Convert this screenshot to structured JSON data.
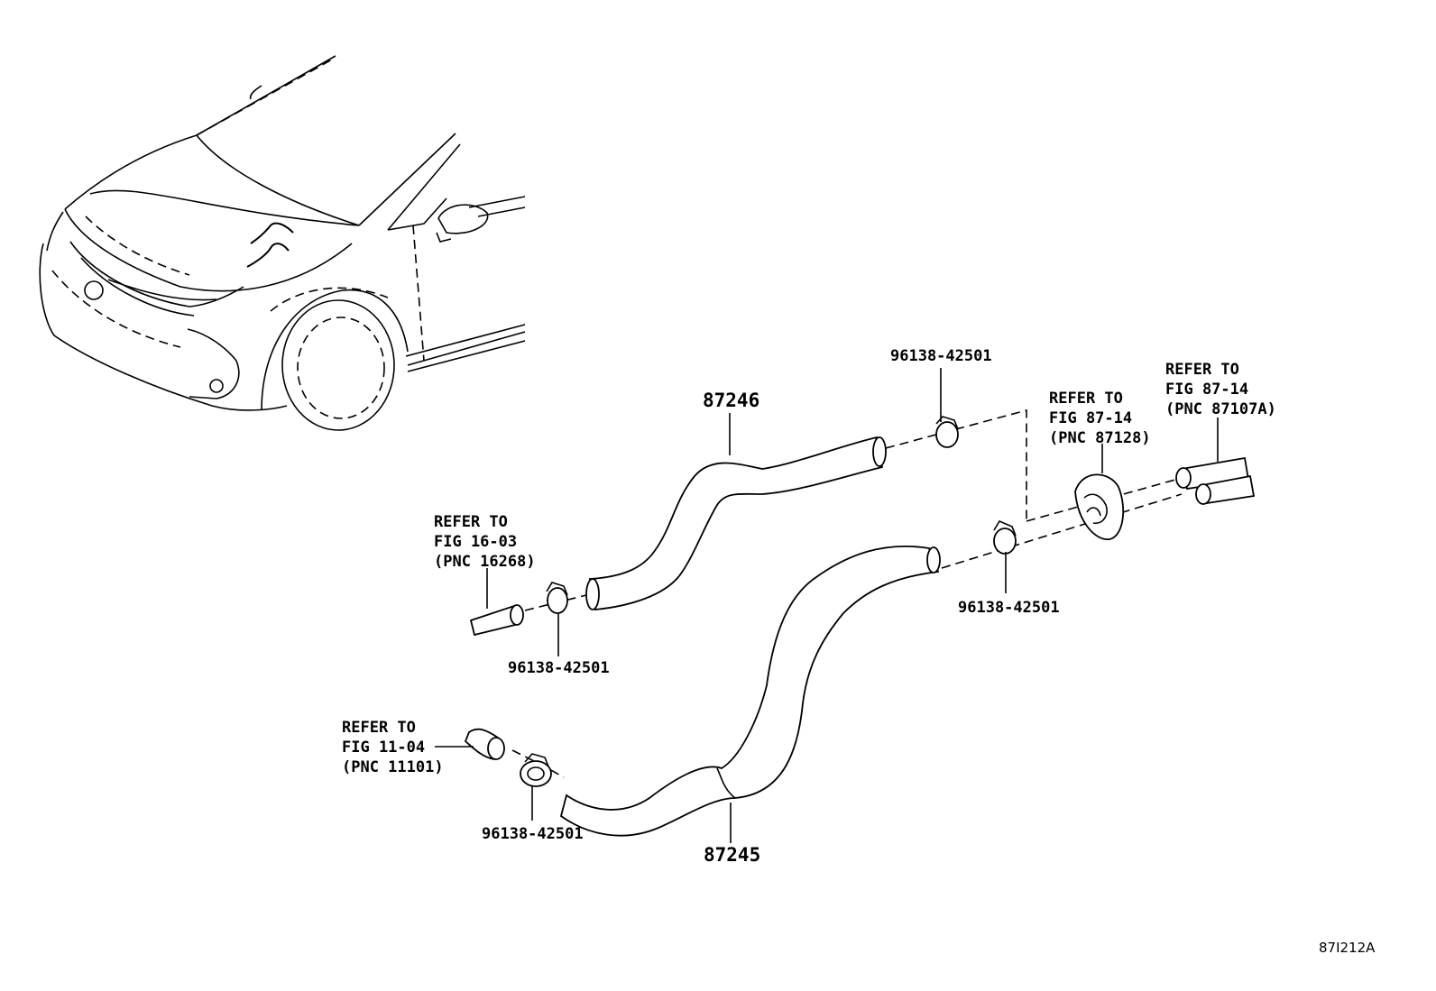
{
  "parts": {
    "hose_upper": "87246",
    "hose_lower": "87245",
    "clamp_upper_right": "96138-42501",
    "clamp_left": "96138-42501",
    "clamp_right_lower": "96138-42501",
    "clamp_bottom": "96138-42501"
  },
  "refs": {
    "fig_16_03": [
      "REFER TO",
      "FIG 16-03",
      "(PNC 16268)"
    ],
    "fig_11_04": [
      "REFER TO",
      "FIG 11-04",
      "(PNC 11101)"
    ],
    "fig_87_14_grommet": [
      "REFER TO",
      "FIG 87-14",
      "(PNC 87128)"
    ],
    "fig_87_14_pipe": [
      "REFER TO",
      "FIG 87-14",
      "(PNC 87107A)"
    ]
  },
  "diagram_code": "87I212A"
}
